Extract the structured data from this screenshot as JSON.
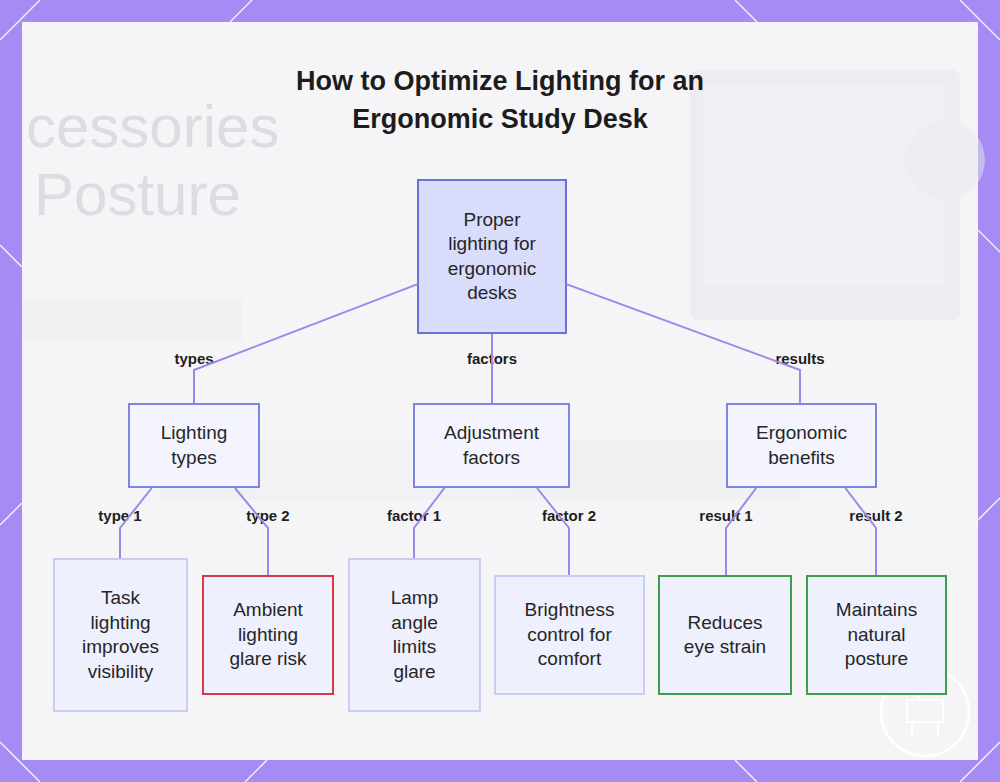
{
  "diagram": {
    "title": "How to Optimize Lighting for an Ergonomic Study Desk",
    "nodes": [
      {
        "text": [
          "Proper lighting for ergonomic desks"
        ]
      },
      {
        "text": [
          "Lighting types"
        ]
      },
      {
        "text": [
          "Adjustment factors"
        ]
      },
      {
        "text": [
          "Ergonomic benefits"
        ]
      },
      {
        "text": [
          "Task lighting improves visibility"
        ]
      },
      {
        "text": [
          "Ambient lighting glare risk"
        ]
      },
      {
        "text": [
          "Lamp angle limits glare"
        ]
      },
      {
        "text": [
          "Brightness control for comfort"
        ]
      },
      {
        "text": [
          "Reduces eye strain"
        ]
      },
      {
        "text": [
          "Maintains natural posture"
        ]
      }
    ],
    "edges": [
      {
        "from": 0,
        "to": 1,
        "label": "types",
        "arrow": "none"
      },
      {
        "from": 0,
        "to": 2,
        "label": "factors",
        "arrow": "none"
      },
      {
        "from": 0,
        "to": 3,
        "label": "results",
        "arrow": "none"
      },
      {
        "from": 1,
        "to": 4,
        "label": "type 1",
        "arrow": "none"
      },
      {
        "from": 1,
        "to": 5,
        "label": "type 2",
        "arrow": "none"
      },
      {
        "from": 2,
        "to": 6,
        "label": "factor 1",
        "arrow": "none"
      },
      {
        "from": 2,
        "to": 7,
        "label": "factor 2",
        "arrow": "none"
      },
      {
        "from": 3,
        "to": 8,
        "label": "result 1",
        "arrow": "none"
      },
      {
        "from": 3,
        "to": 9,
        "label": "result 2",
        "arrow": "none"
      }
    ],
    "labels": [
      "cessories",
      "Posture"
    ]
  }
}
